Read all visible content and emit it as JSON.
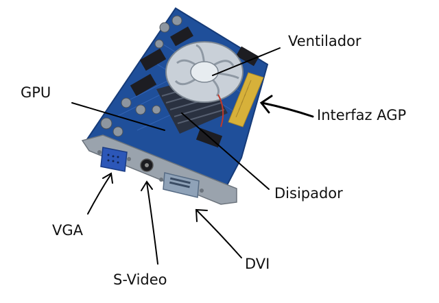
{
  "labels": {
    "ventilador": "Ventilador",
    "gpu": "GPU",
    "interfaz": "Interfaz AGP",
    "disipador": "Disipador",
    "vga": "VGA",
    "svideo": "S-Video",
    "dvi": "DVI"
  },
  "colors": {
    "pcb": "#1f4f9a",
    "pcb_dark": "#163b78",
    "bracket": "#9aa3ad",
    "gold": "#d7b13a",
    "fan": "#cfd6dd",
    "vga_port": "#2c57b8",
    "dvi_port": "#8fa2b8",
    "arrow": "#000000"
  }
}
